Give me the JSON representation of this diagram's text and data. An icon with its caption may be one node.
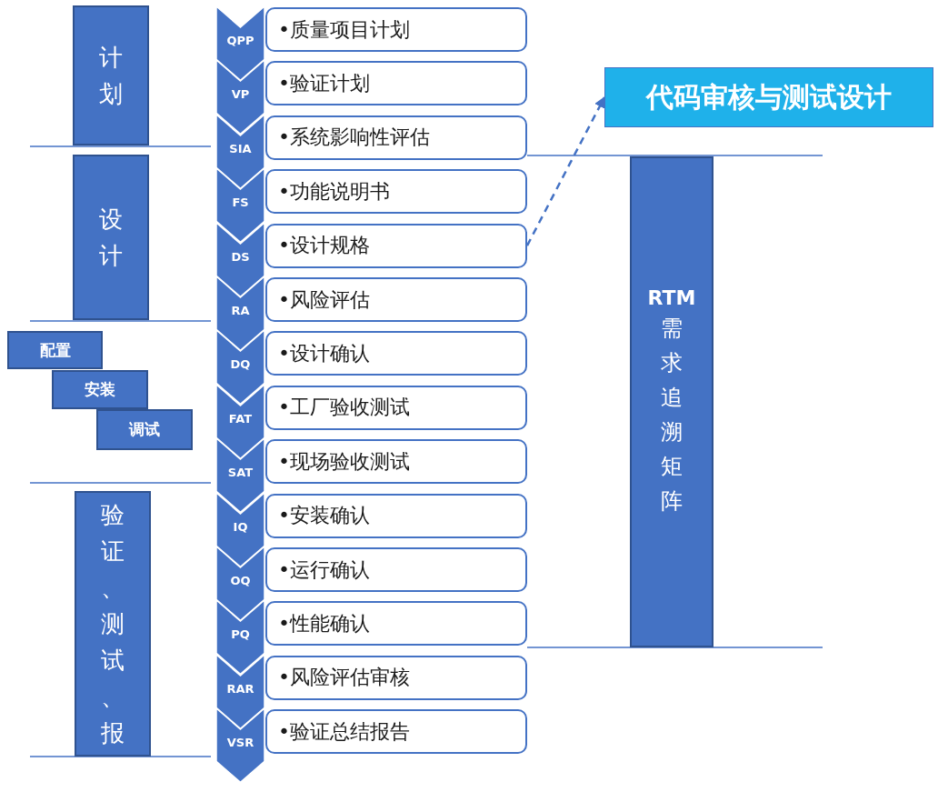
{
  "diagram": {
    "nodes": [
      {
        "text": [
          "计划"
        ]
      },
      {
        "text": [
          "设计"
        ]
      },
      {
        "text": [
          "配置"
        ]
      },
      {
        "text": [
          "安装"
        ]
      },
      {
        "text": [
          "调试"
        ]
      },
      {
        "text": [
          "验证、测试、报"
        ]
      },
      {
        "text": [
          "QPP"
        ]
      },
      {
        "text": [
          "•质量项目计划"
        ]
      },
      {
        "text": [
          "VP"
        ]
      },
      {
        "text": [
          "•验证计划"
        ]
      },
      {
        "text": [
          "SIA"
        ]
      },
      {
        "text": [
          "•系统影响性评估"
        ]
      },
      {
        "text": [
          "FS"
        ]
      },
      {
        "text": [
          "•功能说明书"
        ]
      },
      {
        "text": [
          "DS"
        ]
      },
      {
        "text": [
          "•设计规格"
        ]
      },
      {
        "text": [
          "RA"
        ]
      },
      {
        "text": [
          "•风险评估"
        ]
      },
      {
        "text": [
          "DQ"
        ]
      },
      {
        "text": [
          "•设计确认"
        ]
      },
      {
        "text": [
          "FAT"
        ]
      },
      {
        "text": [
          "•工厂验收测试"
        ]
      },
      {
        "text": [
          "SAT"
        ]
      },
      {
        "text": [
          "•现场验收测试"
        ]
      },
      {
        "text": [
          "IQ"
        ]
      },
      {
        "text": [
          "•安装确认"
        ]
      },
      {
        "text": [
          "OQ"
        ]
      },
      {
        "text": [
          "•运行确认"
        ]
      },
      {
        "text": [
          "PQ"
        ]
      },
      {
        "text": [
          "•性能确认"
        ]
      },
      {
        "text": [
          "RAR"
        ]
      },
      {
        "text": [
          "•风险评估审核"
        ]
      },
      {
        "text": [
          "VSR"
        ]
      },
      {
        "text": [
          "•验证总结报告"
        ]
      },
      {
        "text": [
          "代码审核与测试设计"
        ]
      },
      {
        "text": [
          "RTM",
          "需求追溯矩阵"
        ]
      }
    ],
    "edges": [
      {
        "from": 15,
        "to": 34,
        "arrow": "to",
        "style": "dashed"
      }
    ]
  }
}
